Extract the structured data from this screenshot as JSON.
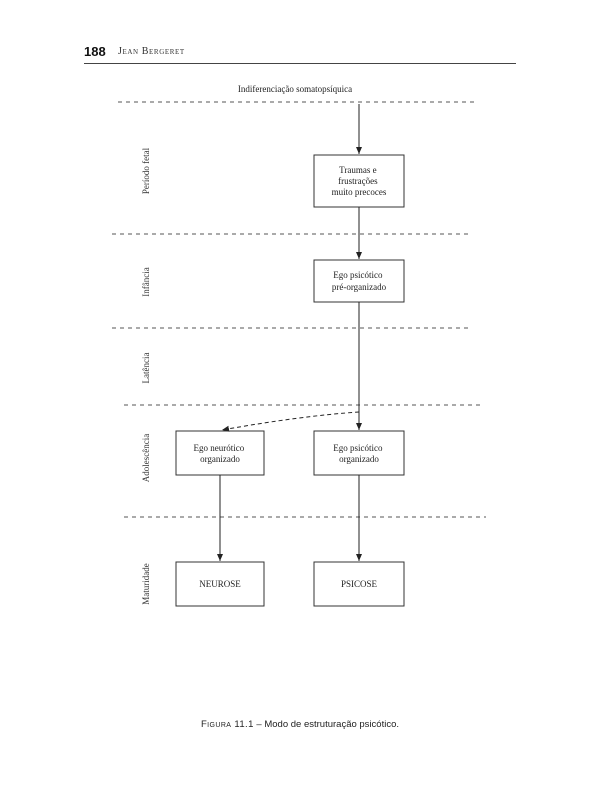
{
  "header": {
    "page_number": "188",
    "running_head": "Jean Bergeret"
  },
  "diagram": {
    "top_label": "Indiferenciação somatopsíquica",
    "stages": [
      "Período fetal",
      "Infância",
      "Latência",
      "Adolescência",
      "Maturidade"
    ],
    "boxes": {
      "traumas": [
        "Traumas e",
        "frustrações",
        "muito precoces"
      ],
      "ego_psicotico_pre": [
        "Ego psicótico",
        "pré-organizado"
      ],
      "ego_neurotico": [
        "Ego neurótico",
        "organizado"
      ],
      "ego_psicotico_org": [
        "Ego psicótico",
        "organizado"
      ],
      "neurose": [
        "NEUROSE"
      ],
      "psicose": [
        "PSICOSE"
      ]
    }
  },
  "caption": {
    "label": "Figura 11.1",
    "text": " – Modo de estruturação psicótico."
  }
}
